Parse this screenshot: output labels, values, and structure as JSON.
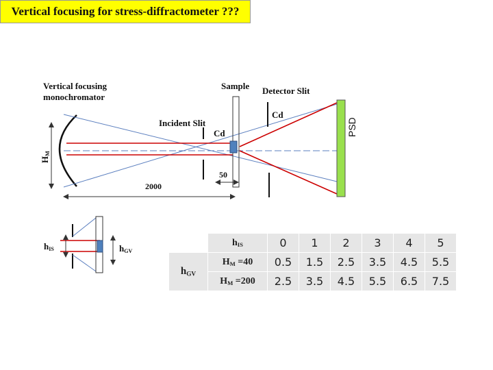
{
  "title": "Vertical focusing for stress-diffractometer ???",
  "labels": {
    "monochromator": [
      "Vertical focusing",
      "monochromator"
    ],
    "sample": "Sample",
    "detector_slit": "Detector Slit",
    "incident_slit": "Incident Slit",
    "cd_top": "Cd",
    "cd_mid": "Cd",
    "psd": "PSD",
    "hm": "H",
    "hm_sub": "M",
    "fifty": "50",
    "two_thousand": "2000",
    "his": "h",
    "his_sub": "IS",
    "hgv": "h",
    "hgv_sub": "GV"
  },
  "table": {
    "header_label": "h",
    "header_sub": "IS",
    "hgv_label": "h",
    "hgv_sub": "GV",
    "columns": [
      "0",
      "1",
      "2",
      "3",
      "4",
      "5"
    ],
    "rows": [
      {
        "label_main": "H",
        "label_sub": "M",
        "label_tail": " =40",
        "values": [
          "0.5",
          "1.5",
          "2.5",
          "3.5",
          "4.5",
          "5.5"
        ]
      },
      {
        "label_main": "H",
        "label_sub": "M",
        "label_tail": " =200",
        "values": [
          "2.5",
          "3.5",
          "4.5",
          "5.5",
          "6.5",
          "7.5"
        ]
      }
    ]
  },
  "colors": {
    "title_bg": "#ffff00",
    "beam_red": "#cc0000",
    "beam_blue": "#5b7fbf",
    "psd_green": "#99e04d",
    "sample_blue": "#4f81bd"
  }
}
